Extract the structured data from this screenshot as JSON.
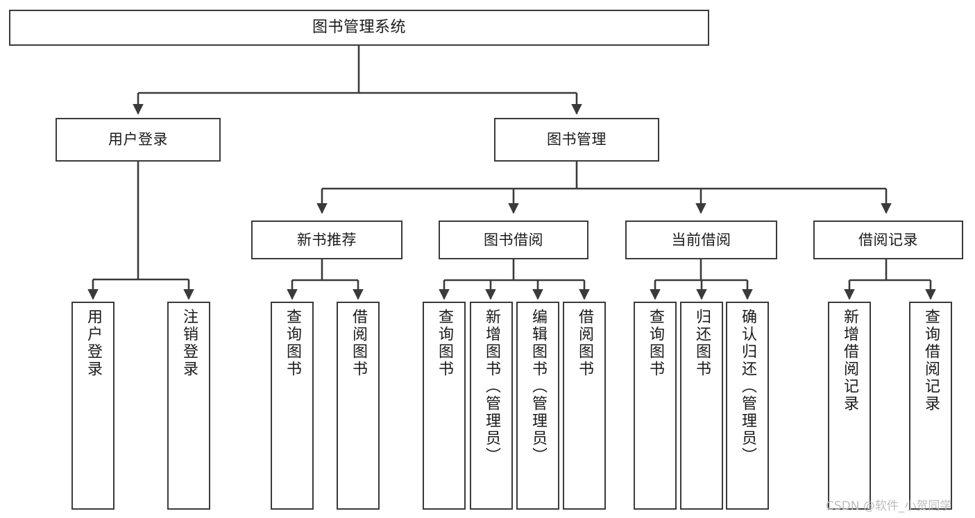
{
  "diagram": {
    "title": "图书管理系统",
    "type": "tree-hierarchy-chart",
    "watermark": "CSDN @软件_小贺同学",
    "colors": {
      "stroke": "#3a3a3a",
      "fill": "#ffffff",
      "text": "#1a1a1a",
      "watermark": "#bdbdbd"
    },
    "root": {
      "label": "图书管理系统"
    },
    "level2": [
      {
        "label": "用户登录"
      },
      {
        "label": "图书管理"
      }
    ],
    "level3": [
      {
        "label": "新书推荐"
      },
      {
        "label": "图书借阅"
      },
      {
        "label": "当前借阅"
      },
      {
        "label": "借阅记录"
      }
    ],
    "leaves": {
      "user_login": [
        {
          "label": "用户登录"
        },
        {
          "label": "注销登录"
        }
      ],
      "new_book": [
        {
          "label": "查询图书"
        },
        {
          "label": "借阅图书"
        }
      ],
      "borrow_book": [
        {
          "label": "查询图书"
        },
        {
          "label": "新增图书（管理员）"
        },
        {
          "label": "编辑图书（管理员）"
        },
        {
          "label": "借阅图书"
        }
      ],
      "current_borrow": [
        {
          "label": "查询图书"
        },
        {
          "label": "归还图书"
        },
        {
          "label": "确认归还（管理员）"
        }
      ],
      "borrow_record": [
        {
          "label": "新增借阅记录"
        },
        {
          "label": "查询借阅记录"
        }
      ]
    }
  }
}
